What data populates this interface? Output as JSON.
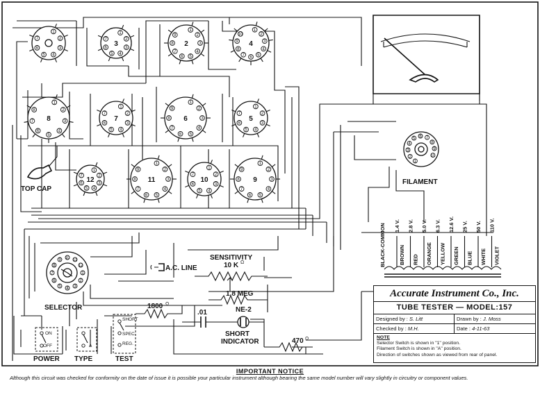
{
  "tubes": [
    {
      "id": "tube-1",
      "label": ""
    },
    {
      "id": "tube-3",
      "label": "3"
    },
    {
      "id": "tube-2",
      "label": "2"
    },
    {
      "id": "tube-4",
      "label": "4"
    },
    {
      "id": "tube-8",
      "label": "8"
    },
    {
      "id": "tube-7",
      "label": "7"
    },
    {
      "id": "tube-6",
      "label": "6"
    },
    {
      "id": "tube-5",
      "label": "5"
    },
    {
      "id": "tube-12",
      "label": "12"
    },
    {
      "id": "tube-11",
      "label": "11"
    },
    {
      "id": "tube-10",
      "label": "10"
    },
    {
      "id": "tube-9",
      "label": "9"
    }
  ],
  "labels": {
    "top_cap": "TOP CAP",
    "filament": "FILAMENT",
    "selector": "SELECTOR",
    "sensitivity": "SENSITIVITY",
    "sens_value": "10 K",
    "ac_line": "A.C. LINE",
    "r_1800": "1800",
    "cap_01": ".01",
    "r_18meg": "1.8 MEG",
    "ne2": "NE-2",
    "short": "SHORT",
    "indicator": "INDICATOR",
    "r_470": "470",
    "power": "POWER",
    "type": "TYPE",
    "test": "TEST",
    "on": "ON",
    "off": "OFF",
    "a": "A",
    "sw_short": "SHORT",
    "sw_spec": "SPEC.",
    "sw_reg": "REG.",
    "black_common": "BLACK-COMMON"
  },
  "filament_taps": [
    {
      "volts": "1.4 V.",
      "color": "BROWN"
    },
    {
      "volts": "2.8 V.",
      "color": "RED"
    },
    {
      "volts": "5.0 V.",
      "color": "ORANGE"
    },
    {
      "volts": "6.3 V.",
      "color": "YELLOW"
    },
    {
      "volts": "12.6 V.",
      "color": "GREEN"
    },
    {
      "volts": "25 V.",
      "color": "BLUE"
    },
    {
      "volts": "50 V.",
      "color": "WHITE"
    },
    {
      "volts": "110 V.",
      "color": "VIOLET"
    }
  ],
  "title_block": {
    "company": "Accurate Instrument Co., Inc.",
    "model": "TUBE TESTER — MODEL:157",
    "designed_by_label": "Designed by :",
    "designed_by": "S. Litt",
    "drawn_by_label": "Drawn by :",
    "drawn_by": "J. Moss",
    "checked_by_label": "Checked by :",
    "checked_by": "M.H.",
    "date_label": "Date :",
    "date": "4-11-63",
    "note_heading": "NOTE",
    "note_1": "Selector Switch is shown in \"1\" position.",
    "note_2": "Filament Switch is shown in \"A\" position.",
    "note_3": "Direction of switches shown as viewed from rear of panel."
  },
  "notice": {
    "title": "IMPORTANT NOTICE",
    "body": "Although this circuit was checked for conformity on the date of issue it is possible your particular instrument although bearing the same model number will vary slightly in circuitry or component values."
  }
}
